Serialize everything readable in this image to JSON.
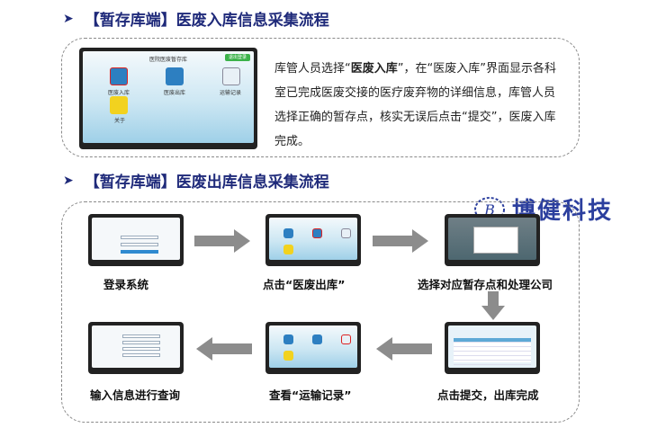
{
  "section1": {
    "title": "【暂存库端】医废入库信息采集流程",
    "screen_title": "医院医废暂存库",
    "screen_button": "退出登录",
    "apps": [
      "医废入库",
      "医废出库",
      "运输记录",
      "关于"
    ],
    "description_parts": [
      "库管人员选择“",
      "医废入库",
      "”，在“医废入库”界面显示各科室已完成医废交接的医疗废弃物的详细信息，库管人员选择正确的暂存点，核实无误后点击“提交”，医废入库完成。"
    ]
  },
  "section2": {
    "title": "【暂存库端】医废出库信息采集流程",
    "steps": [
      "登录系统",
      "点击“医废出库”",
      "选择对应暂存点和处理公司",
      "点击提交，出库完成",
      "查看“运输记录”",
      "输入信息进行查询"
    ]
  },
  "logo": {
    "text": "博健科技"
  },
  "colors": {
    "title": "#1f2a7a",
    "logo": "#2c3f9e",
    "arrow": "#8c8c8c"
  }
}
